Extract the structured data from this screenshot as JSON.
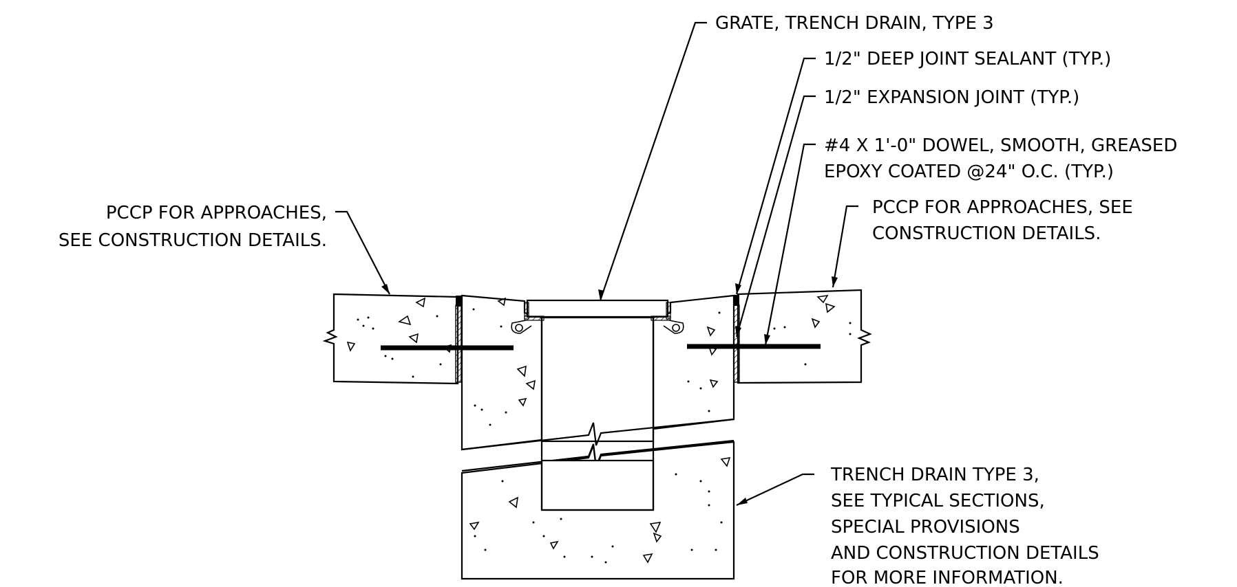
{
  "labels": {
    "grate": "GRATE, TRENCH DRAIN, TYPE 3",
    "sealant": "1/2\" DEEP JOINT SEALANT (TYP.)",
    "expansion_joint": "1/2\" EXPANSION JOINT (TYP.)",
    "dowel_line1": "#4 X 1'-0\" DOWEL, SMOOTH, GREASED",
    "dowel_line2": "EPOXY COATED @24\" O.C.  (TYP.)",
    "pccp_left_line1": "PCCP FOR APPROACHES,",
    "pccp_left_line2": "SEE CONSTRUCTION DETAILS.",
    "pccp_right_line1": "PCCP FOR APPROACHES, SEE",
    "pccp_right_line2": "CONSTRUCTION DETAILS.",
    "trench_line1": "TRENCH DRAIN TYPE 3,",
    "trench_line2": "SEE TYPICAL SECTIONS,",
    "trench_line3": "SPECIAL PROVISIONS",
    "trench_line4": "AND CONSTRUCTION DETAILS",
    "trench_line5": "FOR MORE INFORMATION."
  }
}
